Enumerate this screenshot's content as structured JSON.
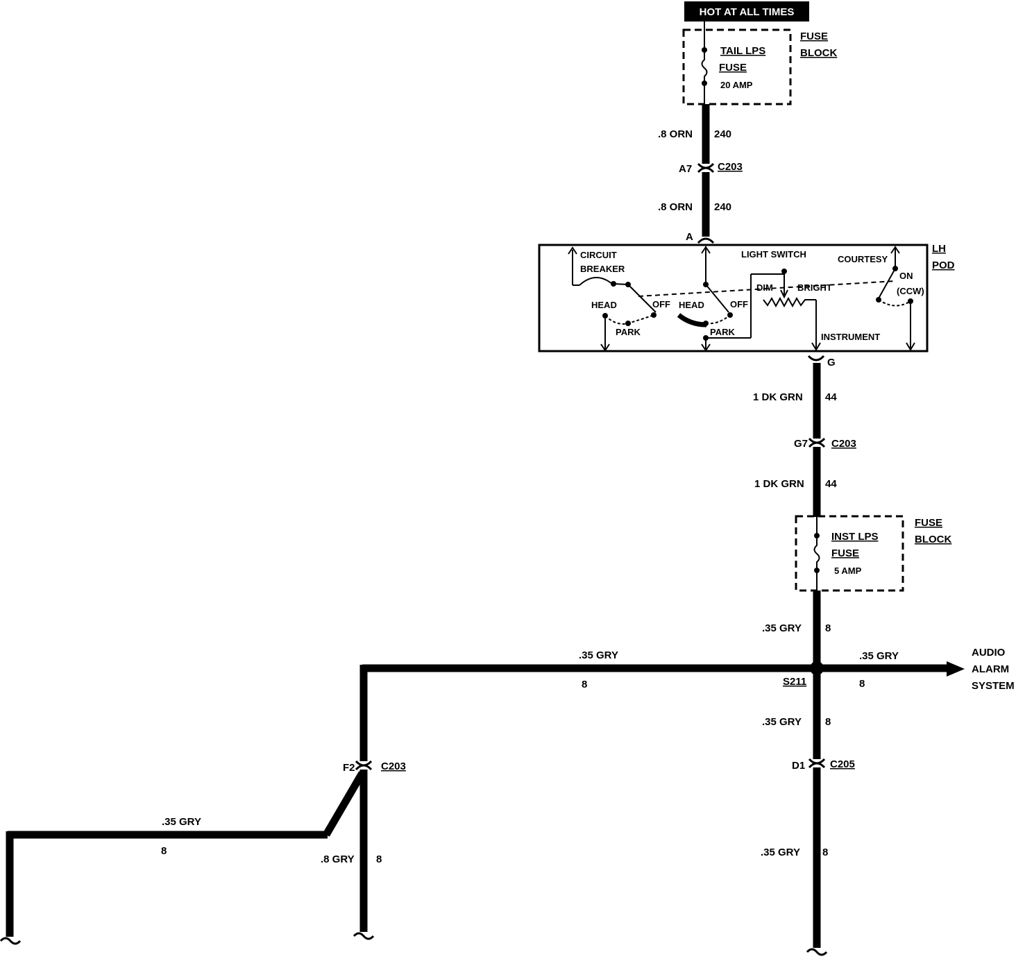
{
  "header": {
    "hot": "HOT AT ALL TIMES"
  },
  "fuse_block_1": {
    "label_line1": "FUSE",
    "label_line2": "BLOCK",
    "fuse_name_line1": "TAIL LPS",
    "fuse_name_line2": "FUSE",
    "rating": "20 AMP"
  },
  "wire_240": {
    "gauge_color": ".8 ORN",
    "circuit": "240"
  },
  "conn_c203_a7": {
    "pin": "A7",
    "name": "C203"
  },
  "pod_pin_a": "A",
  "lh_pod": {
    "label_line1": "LH",
    "label_line2": "POD",
    "circuit_breaker_line1": "CIRCUIT",
    "circuit_breaker_line2": "BREAKER",
    "head_1": "HEAD",
    "off_1": "OFF",
    "park_1": "PARK",
    "head_2": "HEAD",
    "off_2": "OFF",
    "park_2": "PARK",
    "light_switch": "LIGHT SWITCH",
    "dim": "DIM",
    "bright": "BRIGHT",
    "instrument": "INSTRUMENT",
    "courtesy": "COURTESY",
    "on": "ON",
    "ccw": "(CCW)"
  },
  "pod_pin_g": "G",
  "wire_44": {
    "gauge_color": "1 DK GRN",
    "circuit": "44"
  },
  "conn_c203_g7": {
    "pin": "G7",
    "name": "C203"
  },
  "fuse_block_2": {
    "label_line1": "FUSE",
    "label_line2": "BLOCK",
    "fuse_name_line1": "INST LPS",
    "fuse_name_line2": "FUSE",
    "rating": "5 AMP"
  },
  "wire_8": {
    "gauge_color": ".35 GRY",
    "circuit": "8"
  },
  "wire_8_heavy": {
    "gauge_color": ".8 GRY",
    "circuit": "8"
  },
  "splice": "S211",
  "audio_alarm": {
    "line1": "AUDIO",
    "line2": "ALARM",
    "line3": "SYSTEM"
  },
  "conn_c205_d1": {
    "pin": "D1",
    "name": "C205"
  },
  "conn_c203_f2": {
    "pin": "F2",
    "name": "C203"
  }
}
